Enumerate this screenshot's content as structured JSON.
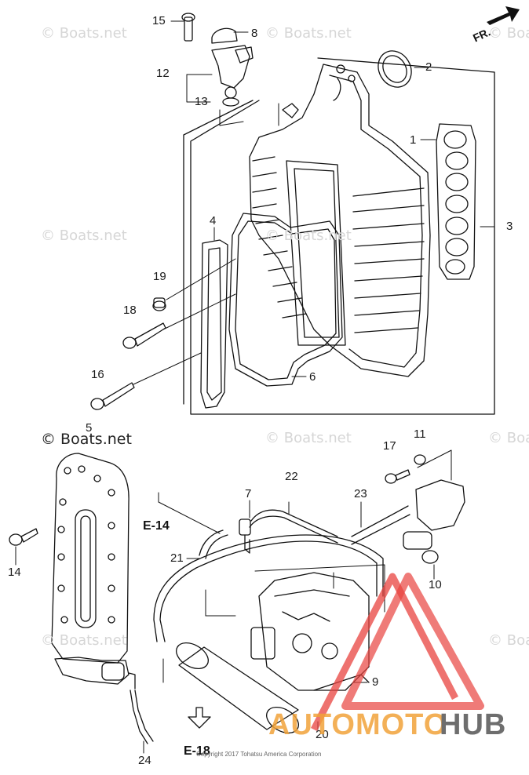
{
  "watermarks": {
    "text": "© Boats.net",
    "dark_text": "© Boats.net"
  },
  "direction": {
    "label": "FR."
  },
  "callouts": [
    "15",
    "8",
    "12",
    "13",
    "2",
    "1",
    "3",
    "4",
    "19",
    "18",
    "16",
    "6",
    "5",
    "17",
    "11",
    "22",
    "7",
    "23",
    "21",
    "10",
    "14",
    "9",
    "20",
    "24"
  ],
  "refs": {
    "top": "E-14",
    "bottom": "E-18"
  },
  "brand": {
    "part1": "AUTOMOTO",
    "part2": "HUB",
    "color_orange": "#f2a33a",
    "color_gray": "#6e6e6e",
    "triangle_color": "#e8433f"
  },
  "copyright": "Copyright 2017 Tohatsu America Corporation"
}
